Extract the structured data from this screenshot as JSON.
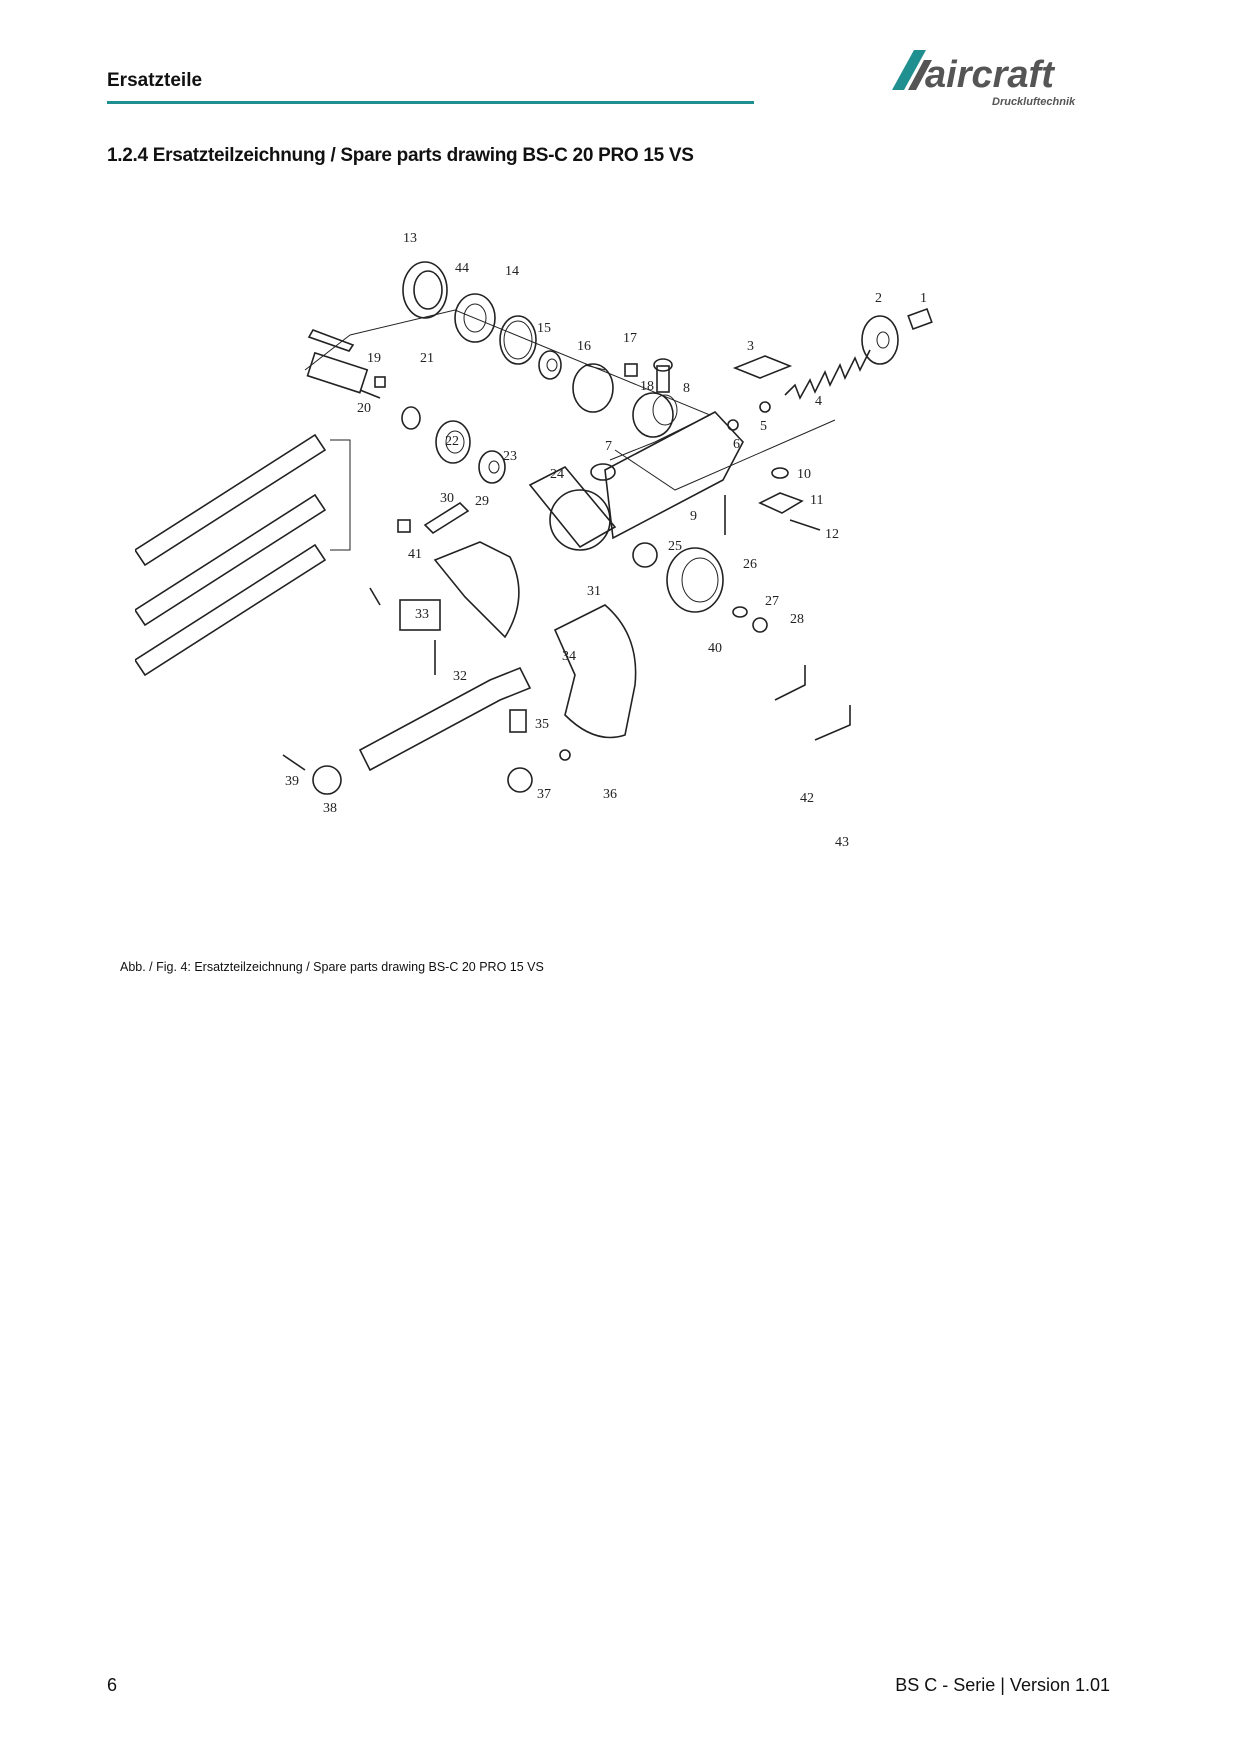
{
  "header": {
    "section_title": "Ersatzteile",
    "logo": {
      "brand": "aircraft",
      "tagline": "Druckluftechnik",
      "accent_color": "#1f8f8f"
    }
  },
  "heading": "1.2.4  Ersatzteilzeichnung / Spare parts drawing BS-C 20 PRO 15 VS",
  "drawing": {
    "part_numbers": [
      "1",
      "2",
      "3",
      "4",
      "5",
      "6",
      "7",
      "8",
      "9",
      "10",
      "11",
      "12",
      "13",
      "14",
      "15",
      "16",
      "17",
      "18",
      "19",
      "20",
      "21",
      "22",
      "23",
      "24",
      "25",
      "26",
      "27",
      "28",
      "29",
      "30",
      "31",
      "32",
      "33",
      "34",
      "35",
      "36",
      "37",
      "38",
      "39",
      "40",
      "41",
      "42",
      "43",
      "44"
    ]
  },
  "caption": "Abb. / Fig. 4: Ersatzteilzeichnung / Spare parts drawing BS-C 20 PRO 15 VS",
  "footer": {
    "page_number": "6",
    "series_version": "BS C - Serie | Version 1.01"
  }
}
